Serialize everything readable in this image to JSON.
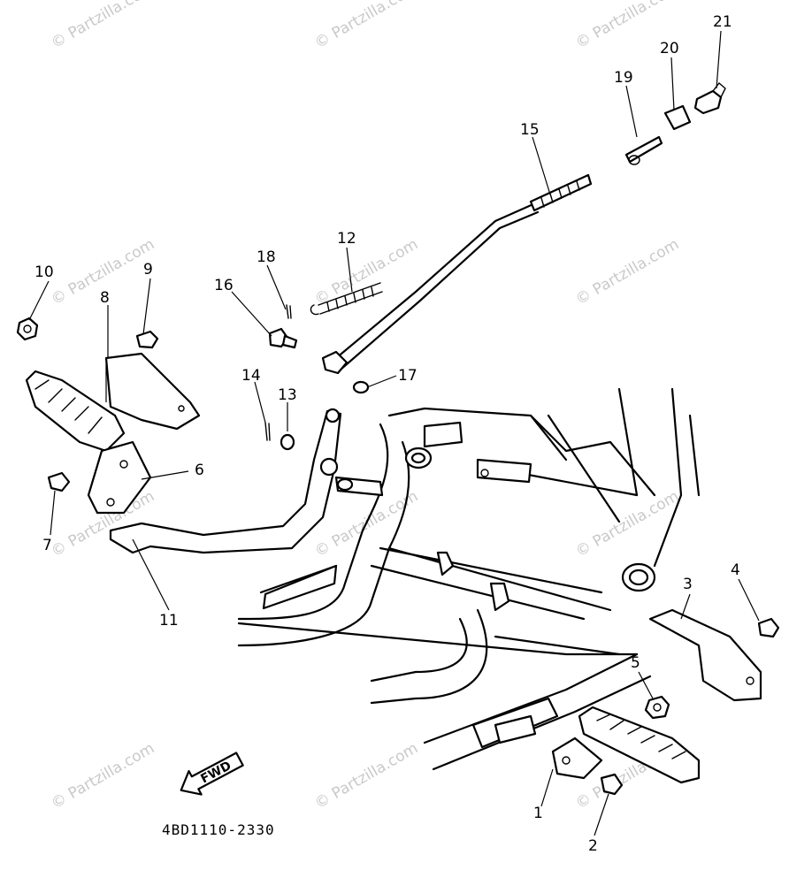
{
  "watermark": "© Partzilla.com",
  "diagram_code": "4BD1110-2330",
  "fwd_label": "FWD",
  "callouts": [
    "1",
    "2",
    "3",
    "4",
    "5",
    "6",
    "7",
    "8",
    "9",
    "10",
    "11",
    "12",
    "13",
    "14",
    "15",
    "16",
    "17",
    "18",
    "19",
    "20",
    "21"
  ]
}
